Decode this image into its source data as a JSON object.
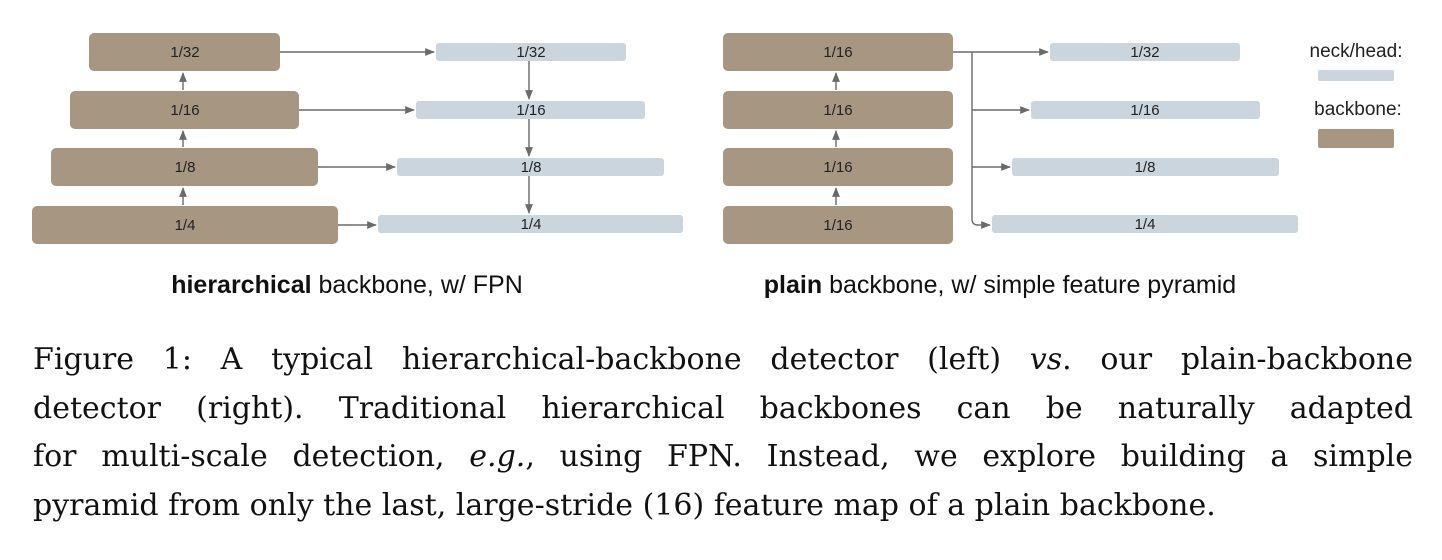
{
  "colors": {
    "backbone": "#a69682",
    "neck": "#cbd5de",
    "arrow": "#6a6a6a"
  },
  "left": {
    "backbone_labels": [
      "1/32",
      "1/16",
      "1/8",
      "1/4"
    ],
    "neck_labels": [
      "1/32",
      "1/16",
      "1/8",
      "1/4"
    ],
    "subtitle_bold": "hierarchical",
    "subtitle_rest": " backbone, w/ FPN"
  },
  "right": {
    "backbone_labels": [
      "1/16",
      "1/16",
      "1/16",
      "1/16"
    ],
    "neck_labels": [
      "1/32",
      "1/16",
      "1/8",
      "1/4"
    ],
    "subtitle_bold": "plain",
    "subtitle_rest": " backbone, w/ simple feature pyramid"
  },
  "legend": {
    "neck_label": "neck/head:",
    "backbone_label": "backbone:"
  },
  "caption": {
    "line1_a": "Figure 1: A typical hierarchical-backbone detector (left) ",
    "line1_it": "vs",
    "line1_b": ". our plain-backbone",
    "line2": "detector (right). Traditional hierarchical backbones can be naturally adapted",
    "line3_a": "for multi-scale detection, ",
    "line3_it": "e.g.",
    "line3_b": ", using FPN. Instead, we explore building a simple",
    "line4": "pyramid from only the last, large-stride (16) feature map of a plain backbone."
  }
}
